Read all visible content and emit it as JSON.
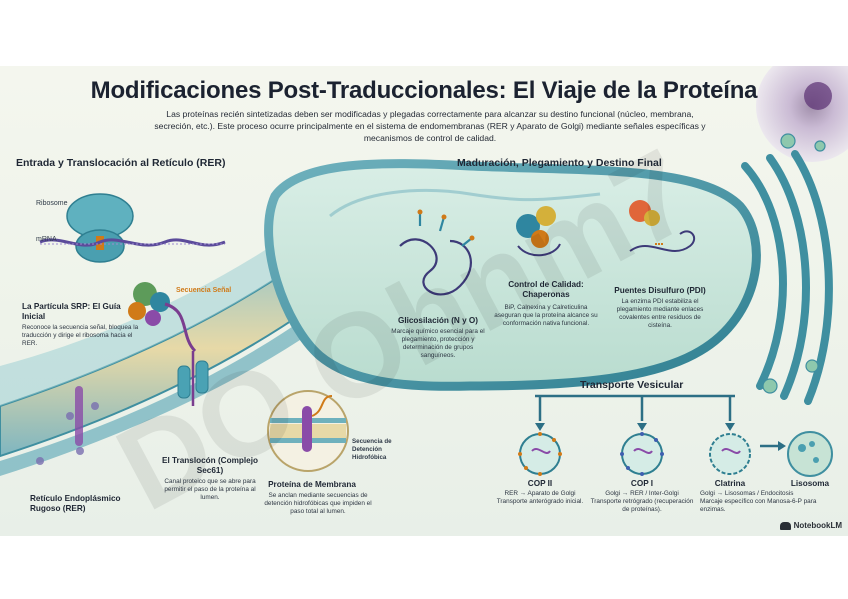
{
  "title": "Modificaciones Post-Traduccionales: El Viaje de la Proteína",
  "intro": "Las proteínas recién sintetizadas deben ser modificadas y plegadas correctamente para alcanzar su destino funcional (núcleo, membrana, secreción, etc.). Este proceso ocurre principalmente en el sistema de endomembranas (RER y Aparato de Golgi) mediante señales específicas y mecanismos de control de calidad.",
  "watermark": "DO Ohnm7",
  "sections": {
    "left": "Entrada y Translocación al Retículo (RER)",
    "right": "Maduración, Plegamiento y Destino Final",
    "vesicular": "Transporte Vesicular"
  },
  "labels": {
    "ribosome": "Ribosome",
    "mrna": "mRNA",
    "signal": "Secuencia Señal",
    "stop_seq": "Secuencia de Detención Hidrofóbica"
  },
  "srp": {
    "title": "La Partícula SRP: El Guía Inicial",
    "text": "Reconoce la secuencia señal, bloquea la traducción y dirige el ribosoma hacia el RER."
  },
  "rer": {
    "title": "Retículo Endoplásmico Rugoso (RER)"
  },
  "translocon": {
    "title": "El Translocón (Complejo Sec61)",
    "text": "Canal proteico que se abre para permitir el paso de la proteína al lumen."
  },
  "membrane_protein": {
    "title": "Proteína de Membrana",
    "text": "Se anclan mediante secuencias de detención hidrofóbicas que impiden el paso total al lumen."
  },
  "glyco": {
    "title": "Glicosilación (N y O)",
    "text": "Marcaje químico esencial para el plegamiento, protección y determinación de grupos sanguíneos."
  },
  "quality": {
    "title": "Control de Calidad: Chaperonas",
    "text": "BiP, Calnexina y Calreticulina aseguran que la proteína alcance su conformación nativa funcional."
  },
  "pdi": {
    "title": "Puentes Disulfuro (PDI)",
    "text": "La enzima PDI estabiliza el plegamiento mediante enlaces covalentes entre residuos de cisteína."
  },
  "copii": {
    "title": "COP II",
    "text1": "RER → Aparato de Golgi",
    "text2": "Transporte anterógrado inicial."
  },
  "copi": {
    "title": "COP I",
    "text1": "Golgi → RER / Inter-Golgi",
    "text2": "Transporte retrógrado (recuperación de proteínas)."
  },
  "clathrin": {
    "title": "Clatrina",
    "text1": "Golgi → Lisosomas / Endocitosis",
    "text2": "Marcaje específico con Manosa-6-P para enzimas."
  },
  "lysosome": {
    "title": "Lisosoma"
  },
  "brand": "NotebookLM",
  "colors": {
    "membrane": "#3f8fa0",
    "lumen": "#cfe7df",
    "accent": "#d07a18",
    "ribosome": "#4fa7b6"
  }
}
